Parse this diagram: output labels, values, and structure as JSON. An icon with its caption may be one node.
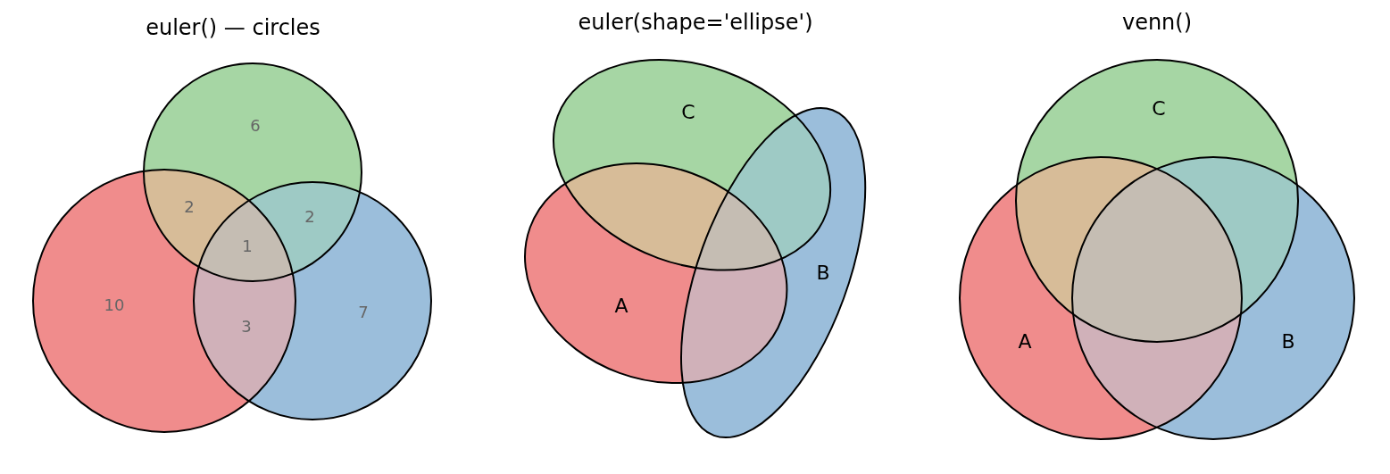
{
  "diagram": {
    "nodes": [
      {
        "text": [],
        "shape": "circle"
      },
      {
        "text": [],
        "shape": "circle"
      },
      {
        "text": [],
        "shape": "circle"
      },
      {
        "text": [
          "C"
        ]
      },
      {
        "text": [
          "B"
        ]
      },
      {
        "text": [
          "A"
        ]
      },
      {
        "text": [
          "C"
        ]
      },
      {
        "text": [
          "A"
        ]
      },
      {
        "text": [
          "B"
        ]
      }
    ],
    "labels": [
      "euler() — circles",
      "euler(shape='ellipse')",
      "venn()",
      "6",
      "2",
      "2",
      "1",
      "10",
      "3",
      "7"
    ]
  }
}
